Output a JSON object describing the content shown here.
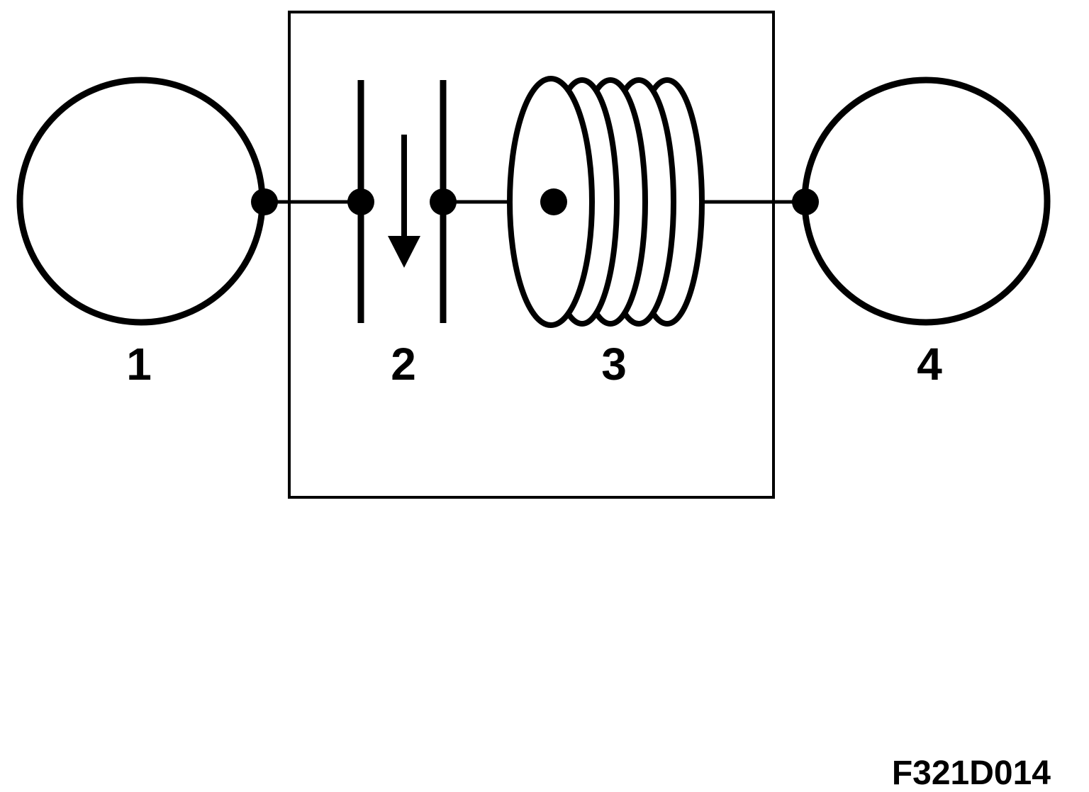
{
  "components": [
    {
      "id": "1",
      "label": "1"
    },
    {
      "id": "2",
      "label": "2"
    },
    {
      "id": "3",
      "label": "3"
    },
    {
      "id": "4",
      "label": "4"
    }
  ],
  "figure_code": "F321D014",
  "colors": {
    "line": "#000000",
    "background": "#ffffff"
  }
}
